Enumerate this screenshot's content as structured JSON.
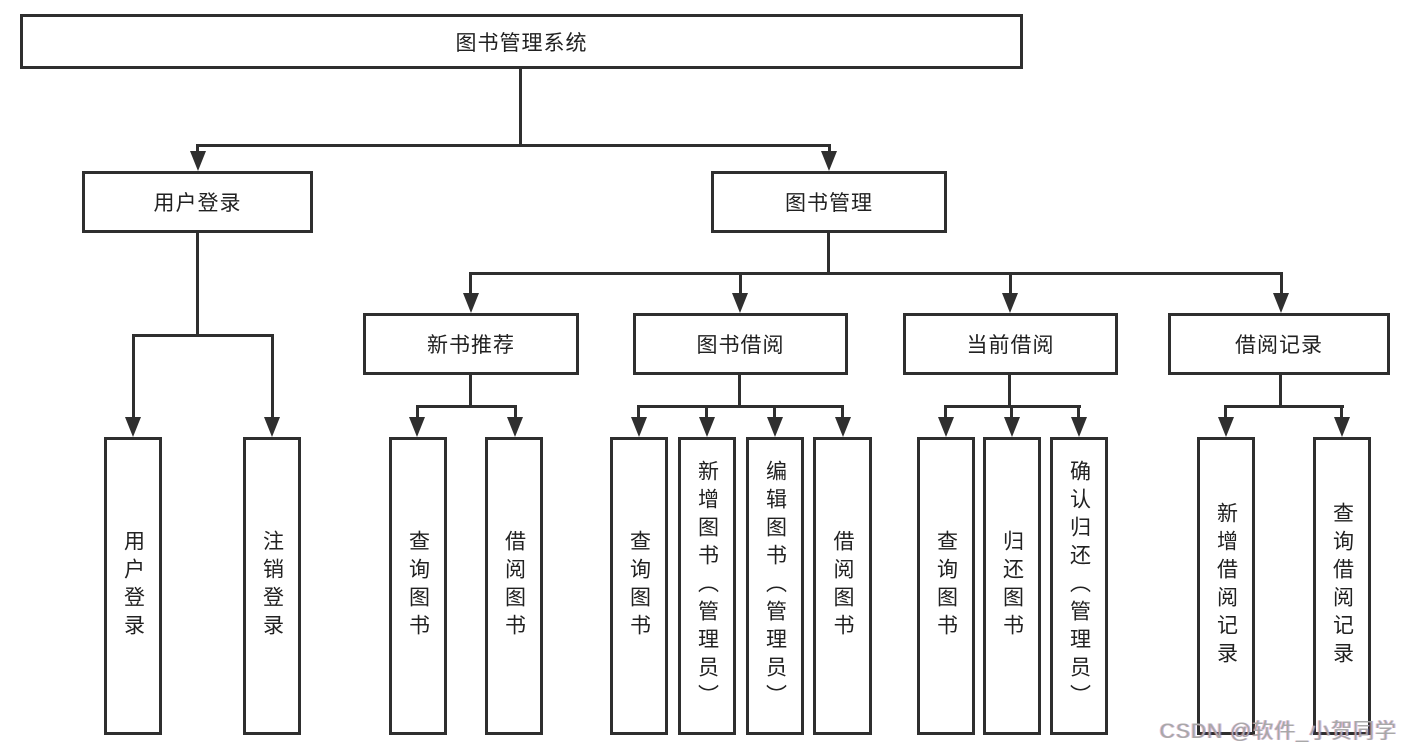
{
  "diagram": {
    "title": "图书管理系统",
    "colors": {
      "background": "#ffffff",
      "line": "#2f2f2f",
      "text": "#212121",
      "watermark": "#a8a8a8"
    },
    "root": {
      "label": "图书管理系统"
    },
    "level1": [
      {
        "label": "用户登录"
      },
      {
        "label": "图书管理"
      }
    ],
    "level2": [
      {
        "label": "新书推荐"
      },
      {
        "label": "图书借阅"
      },
      {
        "label": "当前借阅"
      },
      {
        "label": "借阅记录"
      }
    ],
    "leaves": {
      "user_login": [
        "用户登录",
        "注销登录"
      ],
      "new_book": [
        "查询图书",
        "借阅图书"
      ],
      "book_borrow": [
        "查询图书",
        "新增图书（管理员）",
        "编辑图书（管理员）",
        "借阅图书"
      ],
      "current_borrow": [
        "查询图书",
        "归还图书",
        "确认归还（管理员）"
      ],
      "borrow_record": [
        "新增借阅记录",
        "查询借阅记录"
      ]
    },
    "watermark": {
      "text": "CSDN @软件_小贺同学"
    }
  }
}
